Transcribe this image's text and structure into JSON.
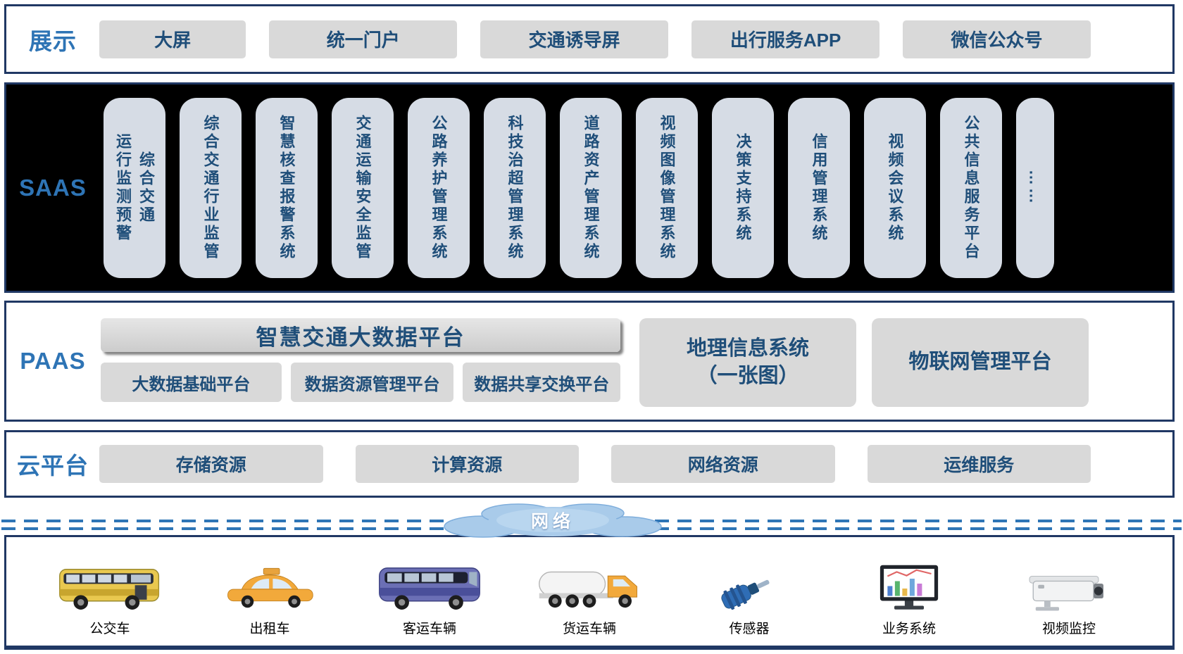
{
  "colors": {
    "border_navy": "#203864",
    "section_label_blue": "#2E74B5",
    "item_text_blue": "#1F4E79",
    "button_gray": "#D9D9D9",
    "saas_card_fill": "#D6DCE5",
    "saas_background": "#000000",
    "cloud_fill": "#A9CBEA",
    "dashed_line_blue": "#2E75B6"
  },
  "display": {
    "label": "展示",
    "items": [
      {
        "label": "大屏"
      },
      {
        "label": "统一门户"
      },
      {
        "label": "交通诱导屏"
      },
      {
        "label": "出行服务APP"
      },
      {
        "label": "微信公众号"
      }
    ]
  },
  "saas": {
    "label": "SAAS",
    "items": [
      {
        "label": "综合交通\n运行监测预警"
      },
      {
        "label": "综合交通行业监管"
      },
      {
        "label": "智慧核查报警系统"
      },
      {
        "label": "交通运输安全监管"
      },
      {
        "label": "公路养护管理系统"
      },
      {
        "label": "科技治超管理系统"
      },
      {
        "label": "道路资产管理系统"
      },
      {
        "label": "视频图像管理系统"
      },
      {
        "label": "决策支持系统"
      },
      {
        "label": "信用管理系统"
      },
      {
        "label": "视频会议系统"
      },
      {
        "label": "公共信息服务平台"
      },
      {
        "label": "……"
      }
    ]
  },
  "paas": {
    "label": "PAAS",
    "bigdata_platform": "智慧交通大数据平台",
    "sub_platforms": [
      {
        "label": "大数据基础平台"
      },
      {
        "label": "数据资源管理平台"
      },
      {
        "label": "数据共享交换平台"
      }
    ],
    "gis": "地理信息系统\n（一张图）",
    "iot": "物联网管理平台"
  },
  "cloud": {
    "label": "云平台",
    "items": [
      {
        "label": "存储资源"
      },
      {
        "label": "计算资源"
      },
      {
        "label": "网络资源"
      },
      {
        "label": "运维服务"
      }
    ]
  },
  "network": {
    "label": "网络"
  },
  "devices": [
    {
      "label": "公交车",
      "icon": "bus-icon"
    },
    {
      "label": "出租车",
      "icon": "taxi-icon"
    },
    {
      "label": "客运车辆",
      "icon": "coach-bus-icon"
    },
    {
      "label": "货运车辆",
      "icon": "freight-truck-icon"
    },
    {
      "label": "传感器",
      "icon": "sensor-icon"
    },
    {
      "label": "业务系统",
      "icon": "business-system-icon"
    },
    {
      "label": "视频监控",
      "icon": "cctv-camera-icon"
    }
  ]
}
